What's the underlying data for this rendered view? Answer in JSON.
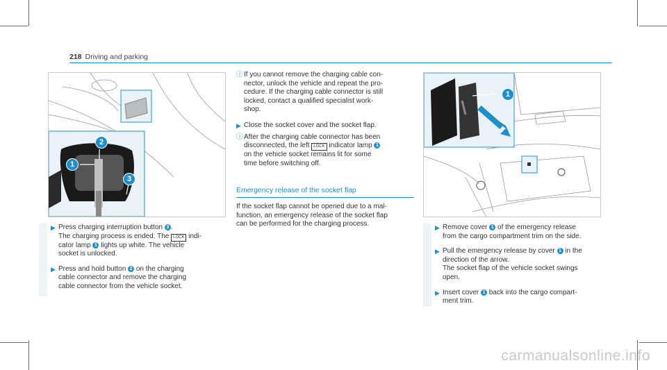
{
  "header": {
    "page_number": "218",
    "section": "Driving and parking"
  },
  "left_steps": [
    {
      "parts": [
        "Press charging interruption button ",
        "3",
        ".\nThe charging process is ended. The ",
        "LOCK",
        " indi-\ncator lamp ",
        "1",
        " lights up white. The vehicle\nsocket is unlocked."
      ]
    },
    {
      "parts": [
        "Press and hold button ",
        "2",
        " on the charging\ncable connector and remove the charging\ncable connector from the vehicle socket."
      ]
    }
  ],
  "middle_notes": {
    "note1": "If you cannot remove the charging cable con-\nnector, unlock the vehicle and repeat the pro-\ncedure. If the charging cable connector is still\nlocked, contact a qualified specialist work-\nshop.",
    "step": "Close the socket cover and the socket flap.",
    "note2_a": "After the charging cable connector has been\ndisconnected, the left ",
    "note2_b": " indicator lamp ",
    "note2_num": "1",
    "note2_c": "\non the vehicle socket remains lit for some\ntime before switching off."
  },
  "section": {
    "heading": "Emergency release of the socket flap",
    "paragraph": "If the socket flap cannot be opened due to a mal-\nfunction, an emergency release of the socket flap\ncan be performed for the charging process."
  },
  "right_steps": [
    {
      "parts": [
        "Remove cover ",
        "1",
        " of the emergency release\nfrom the cargo compartment trim on the side."
      ]
    },
    {
      "parts": [
        "Pull the emergency release by cover ",
        "1",
        " in the\ndirection of the arrow.\nThe socket flap of the vehicle socket swings\nopen."
      ]
    },
    {
      "parts": [
        "Insert cover ",
        "1",
        " back into the cargo compart-\nment trim."
      ]
    }
  ],
  "figure_callouts": {
    "fig1": [
      "2",
      "1",
      "3"
    ],
    "fig2": [
      "1"
    ]
  },
  "watermark": "carmanualsonline.info",
  "colors": {
    "accent": "#1f8fc9",
    "callout": "#1f8fc9",
    "inset_bg": "#e8f2f7"
  }
}
